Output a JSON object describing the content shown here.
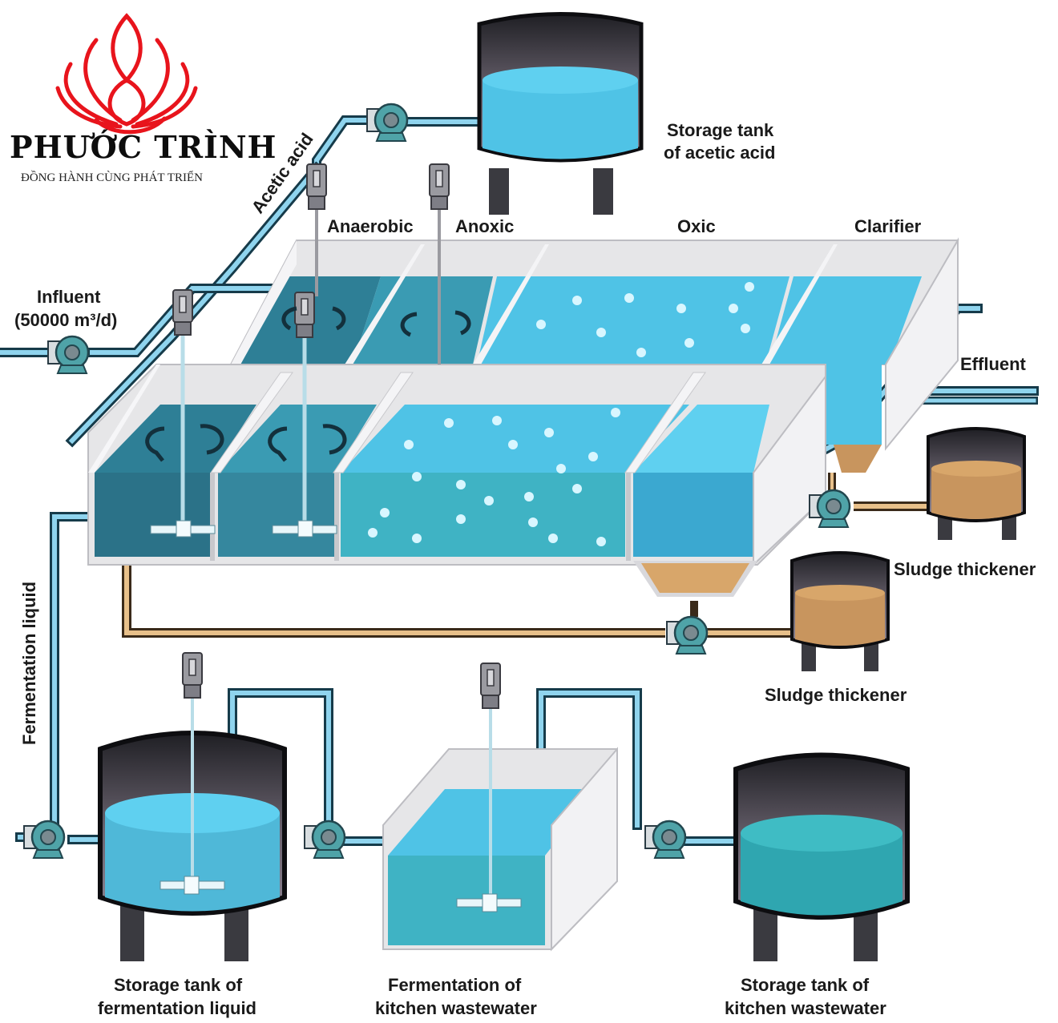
{
  "logo": {
    "brand_name": "PHƯỚC TRÌNH",
    "tagline": "ĐỒNG HÀNH CÙNG PHÁT TRIỂN",
    "icon": "lotus-icon",
    "color": "#e8141c"
  },
  "labels": {
    "acetic_tank": [
      "Storage tank",
      "of acetic acid"
    ],
    "acetic_acid_pipe": "Acetic acid",
    "influent": [
      "Influent",
      "(50000 m³/d)"
    ],
    "zones": {
      "anaerobic": "Anaerobic",
      "anoxic": "Anoxic",
      "oxic": "Oxic",
      "clarifier": "Clarifier"
    },
    "effluent": "Effluent",
    "sludge_thickener_1": "Sludge thickener",
    "sludge_thickener_2": "Sludge thickener",
    "fermentation_liquid_pipe": "Fermentation liquid",
    "storage_fermentation": [
      "Storage tank of",
      "fermentation liquid"
    ],
    "fermentation_kitchen": [
      "Fermentation of",
      "kitchen wastewater"
    ],
    "storage_kitchen": [
      "Storage tank of",
      "kitchen wastewater"
    ]
  },
  "colors": {
    "water_dark": "#2e7f96",
    "water_mid": "#3a9bb3",
    "water_light": "#4fc3e6",
    "water_teal": "#3fb3c4",
    "sludge": "#c8955e",
    "tank_dark": "#2a2a30",
    "pipe_fill": "#8fd4ee",
    "pipe_outline": "#163b4a",
    "sludge_pipe": "#e8c08a",
    "pump": "#4fa3a8",
    "wall": "#e6e6e8"
  }
}
